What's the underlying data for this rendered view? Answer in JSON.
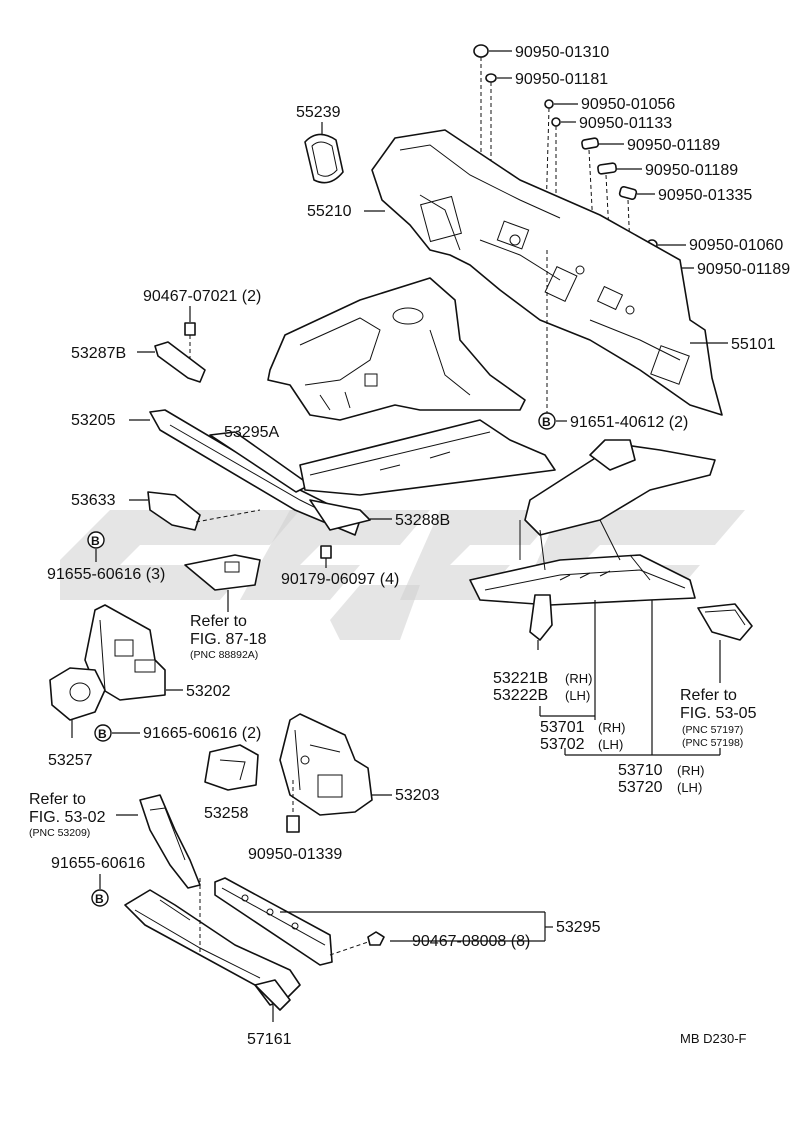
{
  "code": "MB  D230-F",
  "bolt_marker": "B",
  "parts": {
    "p90950_01310": "90950-01310",
    "p90950_01181": "90950-01181",
    "p90950_01056": "90950-01056",
    "p90950_01133": "90950-01133",
    "p90950_01189_a": "90950-01189",
    "p90950_01189_b": "90950-01189",
    "p90950_01335": "90950-01335",
    "p90950_01060": "90950-01060",
    "p90950_01189_c": "90950-01189",
    "p55239": "55239",
    "p55210": "55210",
    "p55101": "55101",
    "p90467_07021": "90467-07021 (2)",
    "p53287B": "53287B",
    "p53205": "53205",
    "p53295A": "53295A",
    "p91651_40612": "91651-40612 (2)",
    "p53633": "53633",
    "p53288B": "53288B",
    "p91655_60616_3": "91655-60616 (3)",
    "p90179_06097": "90179-06097 (4)",
    "p53221B": "53221B",
    "p53221B_side": "(RH)",
    "p53222B": "53222B",
    "p53222B_side": "(LH)",
    "p53202": "53202",
    "p91665_60616": "91665-60616 (2)",
    "p53257": "53257",
    "p53701": "53701",
    "p53701_side": "(RH)",
    "p53702": "53702",
    "p53702_side": "(LH)",
    "p53710": "53710",
    "p53710_side": "(RH)",
    "p53720": "53720",
    "p53720_side": "(LH)",
    "p53258": "53258",
    "p53203": "53203",
    "p90950_01339": "90950-01339",
    "p91655_60616": "91655-60616",
    "p53295": "53295",
    "p90467_08008": "90467-08008 (8)",
    "p57161": "57161"
  },
  "refs": {
    "ref87_l1": "Refer to",
    "ref87_l2": "FIG. 87-18",
    "ref87_l3": "(PNC 88892A)",
    "ref5305_l1": "Refer to",
    "ref5305_l2": "FIG. 53-05",
    "ref5305_l3": "(PNC 57197)",
    "ref5305_l4": "(PNC 57198)",
    "ref5302_l1": "Refer to",
    "ref5302_l2": "FIG. 53-02",
    "ref5302_l3": "(PNC 53209)"
  }
}
